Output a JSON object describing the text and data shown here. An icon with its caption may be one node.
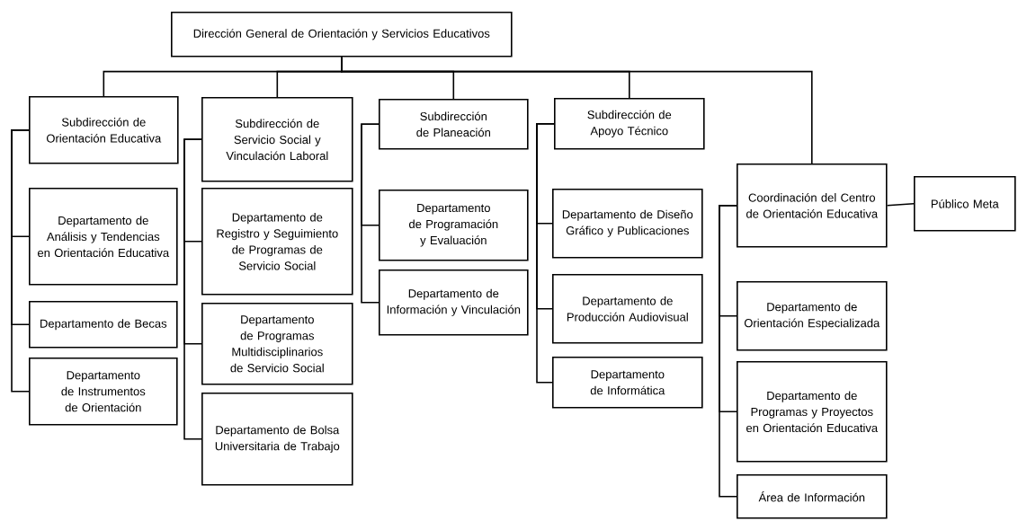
{
  "diagram": {
    "nodes": [
      {
        "text": [
          "Dirección General de Orientación y Servicios Educativos"
        ]
      },
      {
        "text": [
          "Subdirección de Orientación Educativa"
        ]
      },
      {
        "text": [
          "Subdirección de Servicio Social y Vinculación Laboral"
        ]
      },
      {
        "text": [
          "Subdirección de Planeación"
        ]
      },
      {
        "text": [
          "Subdirección de Apoyo Técnico"
        ]
      },
      {
        "text": [
          "Coordinación del Centro de Orientación Educativa"
        ]
      },
      {
        "text": [
          "Público Meta"
        ]
      },
      {
        "text": [
          "Departamento de Análisis y Tendencias en Orientación Educativa"
        ]
      },
      {
        "text": [
          "Departamento de Becas"
        ]
      },
      {
        "text": [
          "Departamento de Instrumentos de Orientación"
        ]
      },
      {
        "text": [
          "Departamento de Registro y Seguimiento de Programas de Servicio Social"
        ]
      },
      {
        "text": [
          "Departamento de Programas Multidisciplinarios de Servicio Social"
        ]
      },
      {
        "text": [
          "Departamento de Bolsa Universitaria de Trabajo"
        ]
      },
      {
        "text": [
          "Departamento de Programación y Evaluación"
        ]
      },
      {
        "text": [
          "Departamento de Información y Vinculación"
        ]
      },
      {
        "text": [
          "Departamento de Diseño Gráfico y Publicaciones"
        ]
      },
      {
        "text": [
          "Departamento de Producción Audiovisual"
        ]
      },
      {
        "text": [
          "Departamento de Informática"
        ]
      },
      {
        "text": [
          "Departamento de Orientación Especializada"
        ]
      },
      {
        "text": [
          "Departamento de Programas y Proyectos en Orientación Educativa"
        ]
      },
      {
        "text": [
          "Área de Información"
        ]
      }
    ],
    "edges": [
      {
        "from": 0,
        "to": 1,
        "arrow": "none"
      },
      {
        "from": 0,
        "to": 2,
        "arrow": "none"
      },
      {
        "from": 0,
        "to": 3,
        "arrow": "none"
      },
      {
        "from": 0,
        "to": 4,
        "arrow": "none"
      },
      {
        "from": 0,
        "to": 5,
        "arrow": "none"
      },
      {
        "from": 5,
        "to": 6,
        "arrow": "none"
      },
      {
        "from": 1,
        "to": 7,
        "arrow": "none"
      },
      {
        "from": 1,
        "to": 8,
        "arrow": "none"
      },
      {
        "from": 1,
        "to": 9,
        "arrow": "none"
      },
      {
        "from": 2,
        "to": 10,
        "arrow": "none"
      },
      {
        "from": 2,
        "to": 11,
        "arrow": "none"
      },
      {
        "from": 2,
        "to": 12,
        "arrow": "none"
      },
      {
        "from": 3,
        "to": 13,
        "arrow": "none"
      },
      {
        "from": 3,
        "to": 14,
        "arrow": "none"
      },
      {
        "from": 4,
        "to": 15,
        "arrow": "none"
      },
      {
        "from": 4,
        "to": 16,
        "arrow": "none"
      },
      {
        "from": 4,
        "to": 17,
        "arrow": "none"
      },
      {
        "from": 5,
        "to": 18,
        "arrow": "none"
      },
      {
        "from": 5,
        "to": 19,
        "arrow": "none"
      },
      {
        "from": 5,
        "to": 20,
        "arrow": "none"
      }
    ]
  }
}
